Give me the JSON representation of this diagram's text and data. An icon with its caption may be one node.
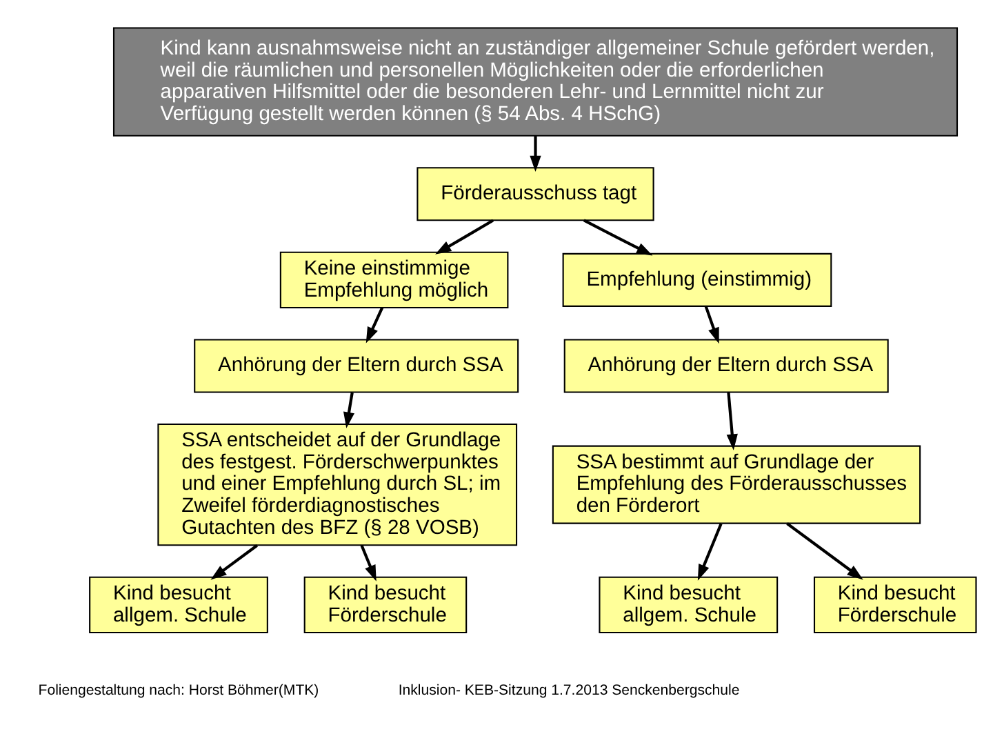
{
  "diagram": {
    "nodes": [
      {
        "text": [
          "Kind kann ausnahmsweise nicht an zuständiger allgemeiner Schule gefördert werden, weil die räumlichen und personellen Möglichkeiten oder die erforderlichen apparativen Hilfsmittel oder die besonderen Lehr- und Lernmittel nicht zur Verfügung gestellt werden können (§ 54 Abs. 4 HSchG)"
        ]
      },
      {
        "text": [
          "Förderausschuss tagt"
        ]
      },
      {
        "text": [
          "Keine einstimmige Empfehlung möglich"
        ]
      },
      {
        "text": [
          "Empfehlung (einstimmig)"
        ]
      },
      {
        "text": [
          "Anhörung der Eltern durch SSA"
        ]
      },
      {
        "text": [
          "Anhörung der Eltern durch SSA"
        ]
      },
      {
        "text": [
          "SSA entscheidet auf der Grundlage des festgest. Förderschwerpunktes und einer Empfehlung durch SL; im Zweifel förderdiagnostisches Gutachten des BFZ (§ 28 VOSB)"
        ]
      },
      {
        "text": [
          "SSA bestimmt auf Grundlage der Empfehlung des Förderausschusses den Förderort"
        ]
      },
      {
        "text": [
          "Kind besucht allgem. Schule"
        ]
      },
      {
        "text": [
          "Kind besucht Förderschule"
        ]
      },
      {
        "text": [
          "Kind besucht allgem. Schule"
        ]
      },
      {
        "text": [
          "Kind besucht Förderschule"
        ]
      }
    ],
    "edges": [
      {
        "from": 0,
        "to": 1,
        "arrow": "to"
      },
      {
        "from": 1,
        "to": 2,
        "arrow": "to"
      },
      {
        "from": 1,
        "to": 3,
        "arrow": "to"
      },
      {
        "from": 2,
        "to": 4,
        "arrow": "to"
      },
      {
        "from": 3,
        "to": 5,
        "arrow": "to"
      },
      {
        "from": 4,
        "to": 6,
        "arrow": "to"
      },
      {
        "from": 5,
        "to": 7,
        "arrow": "to"
      },
      {
        "from": 6,
        "to": 8,
        "arrow": "to"
      },
      {
        "from": 6,
        "to": 9,
        "arrow": "to"
      },
      {
        "from": 7,
        "to": 10,
        "arrow": "to"
      },
      {
        "from": 7,
        "to": 11,
        "arrow": "to"
      }
    ],
    "labels": [
      "Foliengestaltung nach: Horst Böhmer(MTK)",
      "Inklusion- KEB-Sitzung 1.7.2013 Senckenbergschule"
    ]
  }
}
